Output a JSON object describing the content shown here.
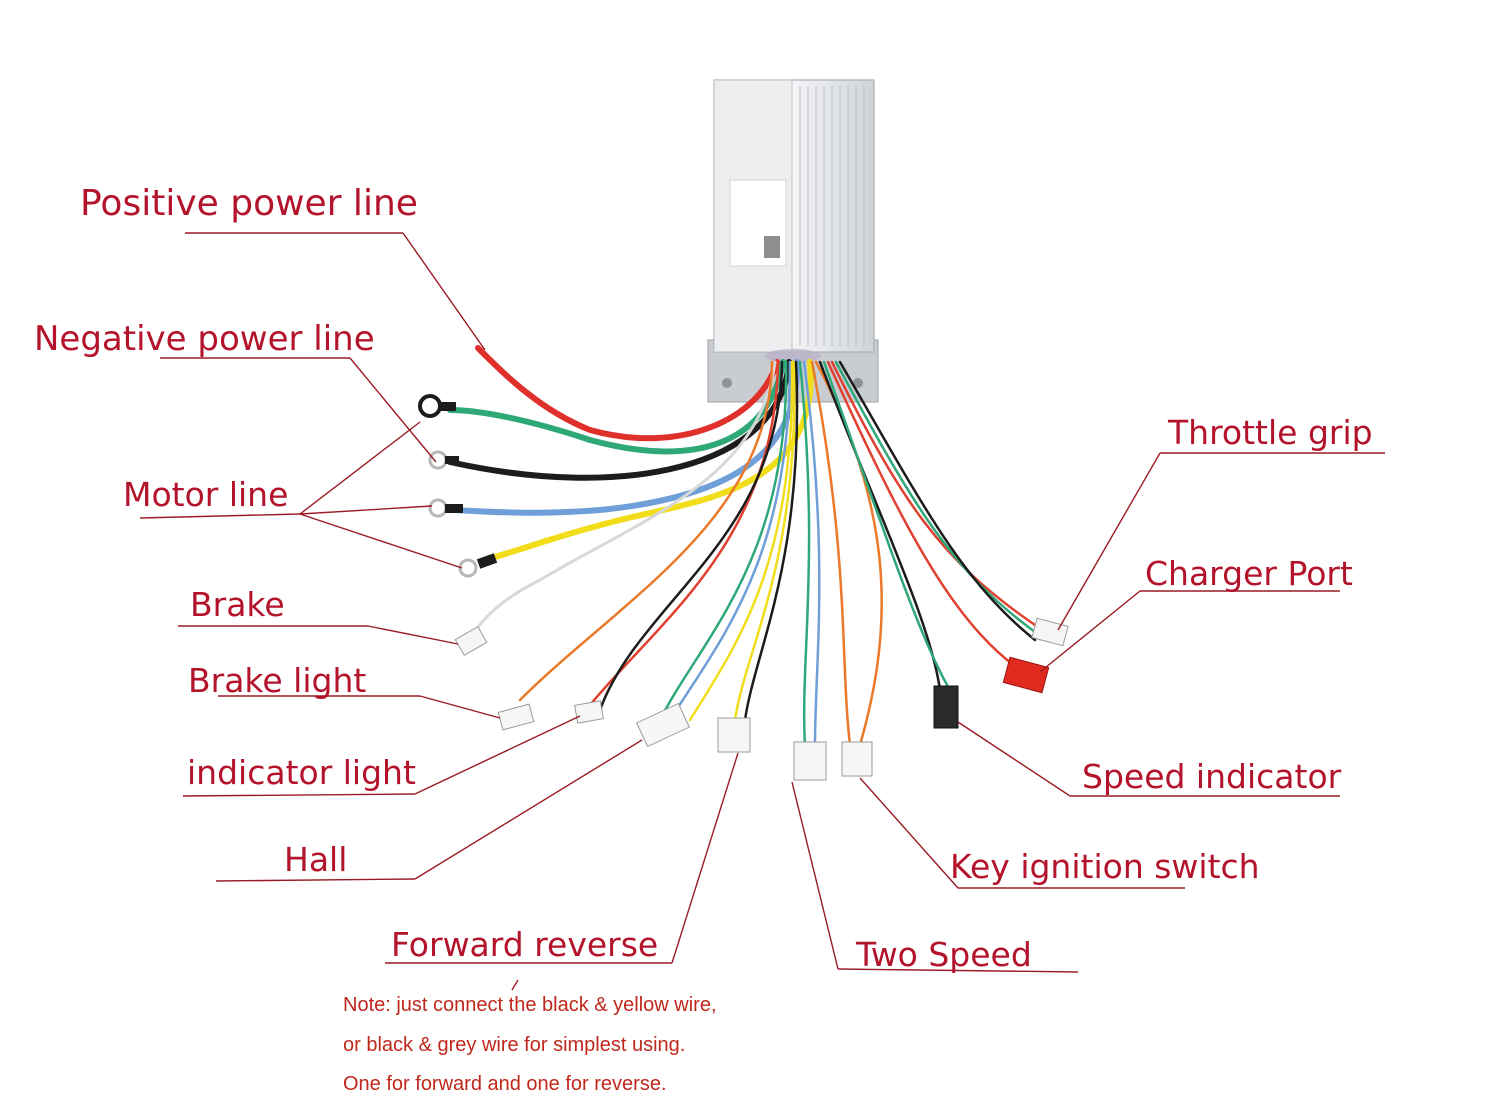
{
  "labels": {
    "positive_power_line": "Positive power line",
    "negative_power_line": "Negative power line",
    "motor_line": "Motor line",
    "brake": "Brake",
    "brake_light": "Brake light",
    "indicator_light": "indicator light",
    "hall": "Hall",
    "forward_reverse": "Forward reverse",
    "two_speed": "Two Speed",
    "key_ignition_switch": "Key ignition switch",
    "speed_indicator": "Speed indicator",
    "charger_port": "Charger Port",
    "throttle_grip": "Throttle grip"
  },
  "note": {
    "line1": "Note: just connect the black & yellow wire,",
    "line2": "or black & grey wire for simplest using.",
    "line3": "One for forward and one for reverse."
  },
  "colors": {
    "label": "#b3132b",
    "leader": "#9a1b24",
    "note": "#c0281c",
    "wire_red": "#e0302c",
    "wire_green": "#2fa878",
    "wire_black": "#1c1c1c",
    "wire_blue": "#6f9fd8",
    "wire_yellow": "#f2dd1a",
    "wire_orange": "#ea7a2a",
    "wire_white": "#d8d8d8",
    "controller": "#e4e7ea"
  }
}
